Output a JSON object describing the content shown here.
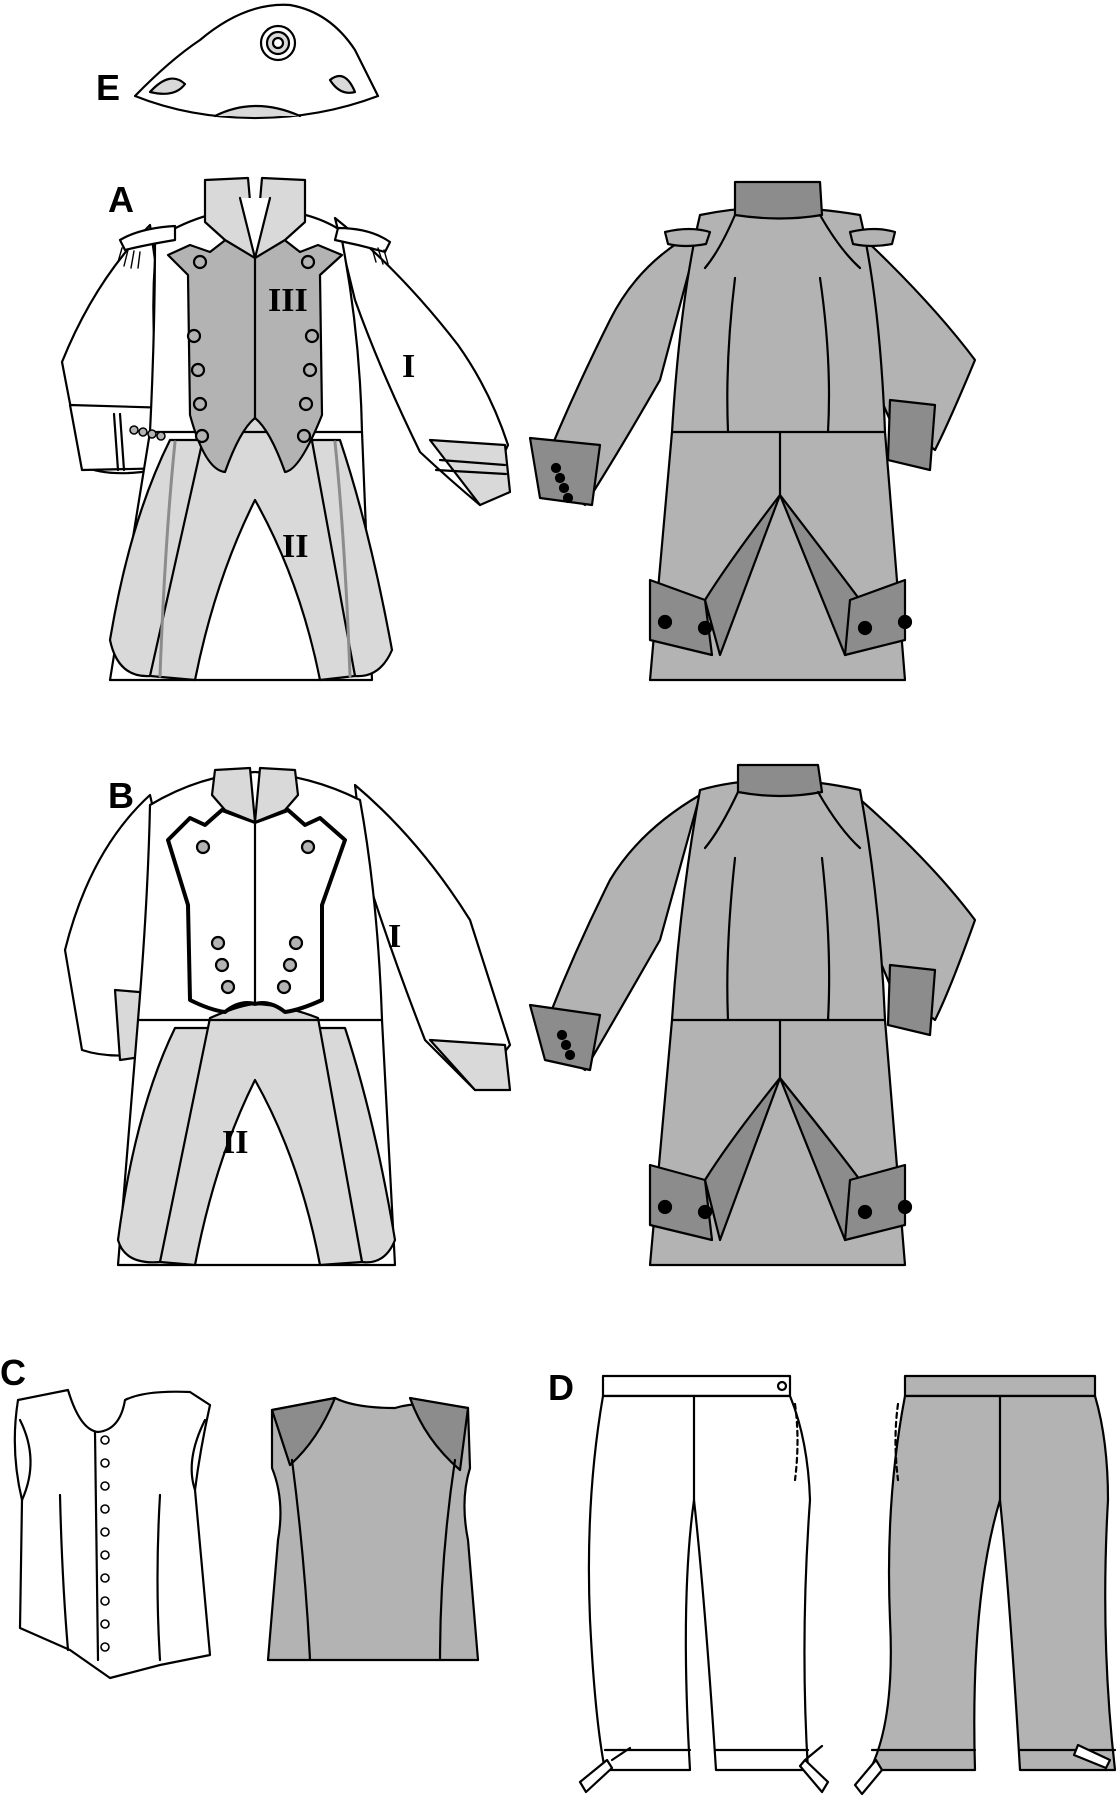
{
  "colors": {
    "outline": "#000000",
    "white": "#ffffff",
    "light_gray": "#d9d9d9",
    "mid_gray": "#b3b3b3",
    "dark_gray": "#8c8c8c"
  },
  "views": {
    "E": {
      "letter": "E",
      "name": "bicorne-hat"
    },
    "A": {
      "letter": "A",
      "front_labels": [
        "III",
        "I",
        "II"
      ]
    },
    "B": {
      "letter": "B",
      "front_labels": [
        "I",
        "II"
      ]
    },
    "C": {
      "letter": "C",
      "name": "waistcoat"
    },
    "D": {
      "letter": "D",
      "name": "breeches"
    }
  }
}
